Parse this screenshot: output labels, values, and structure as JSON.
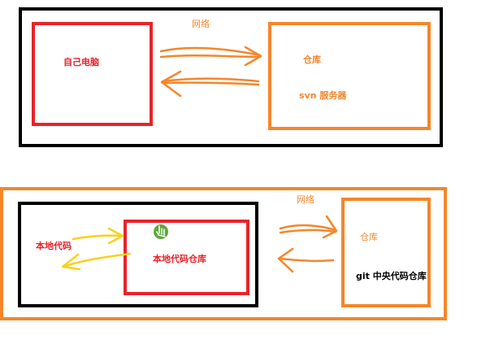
{
  "colors": {
    "black": "#000000",
    "red": "#e8232a",
    "orange": "#f5862a",
    "yellow": "#f7d21c",
    "green": "#5aa83c",
    "text": "#000000"
  },
  "top_diagram": {
    "network_label": "网络",
    "local_computer_label": "自己电脑",
    "repo_label": "仓库",
    "server_label": "svn 服务器"
  },
  "bottom_diagram": {
    "network_label": "网络",
    "local_code_label": "本地代码",
    "local_repo_label": "本地代码仓库",
    "remote_repo_label": "仓库",
    "central_repo_label": "git 中央代码仓库"
  },
  "icons": {
    "cursor": "hand-cursor-icon"
  }
}
